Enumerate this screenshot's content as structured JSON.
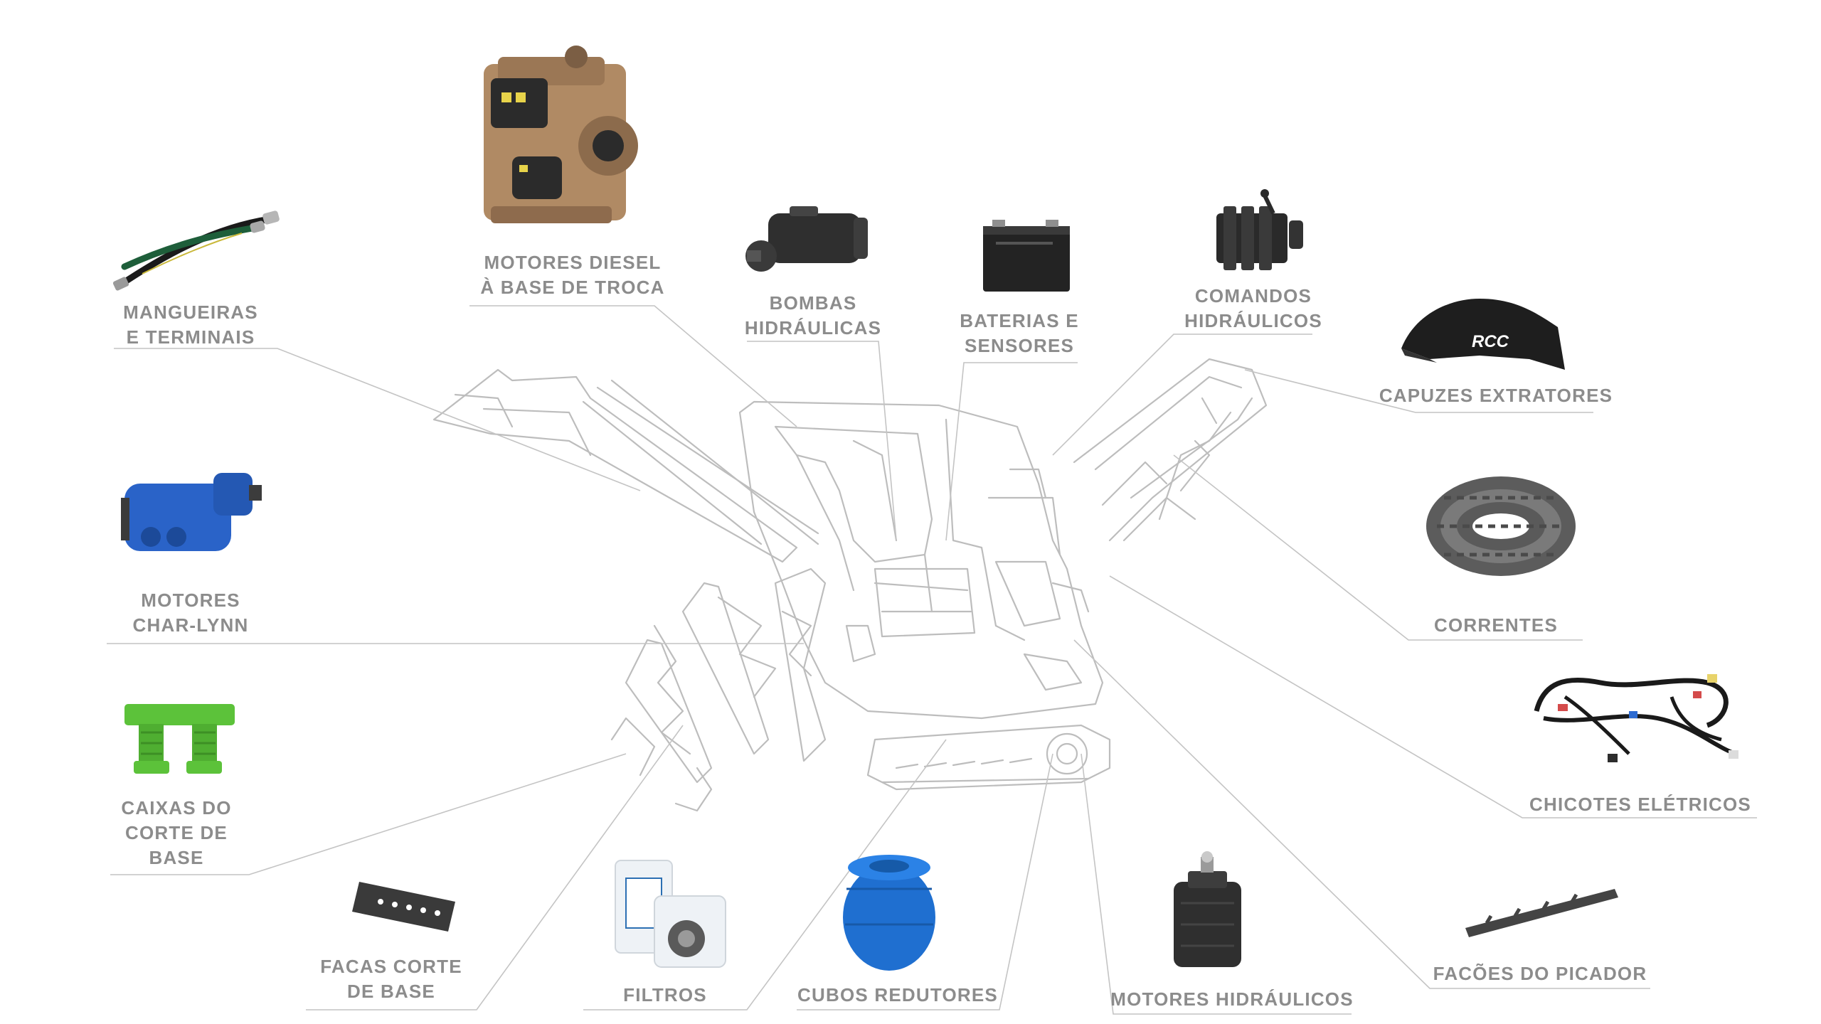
{
  "colors": {
    "label": "#8c8c8c",
    "leader_line": "#c4c4c4",
    "machine_outline": "#bdbdbd",
    "engine_body": "#b08a64",
    "engine_dark": "#2b2b2b",
    "engine_yellow": "#e7d34a",
    "hydraulic_pump": "#2f2f2f",
    "battery": "#232323",
    "valve_block": "#2a2a2a",
    "hood_black": "#1e1e1e",
    "chain_grey": "#5c5c5c",
    "harness_black": "#1a1a1a",
    "harness_accent": "#d44b4b",
    "blade_grey": "#444444",
    "motor_dark": "#2f2f2f",
    "gear_hub_blue": "#1f6fd0",
    "filter_white": "#eef2f6",
    "filter_blue_print": "#2c6fb3",
    "base_blade": "#3a3a3a",
    "cutter_box_green": "#5cc23a",
    "char_lynn_blue": "#2a63c8",
    "hose_black": "#1a1a1a",
    "hose_stripe": "#c9b83a"
  },
  "parts": [
    {
      "id": "mangueiras",
      "icon": "hose-icon",
      "lines": [
        "MANGUEIRAS",
        "E TERMINAIS"
      ]
    },
    {
      "id": "motores_diesel",
      "icon": "diesel-engine-icon",
      "lines": [
        "MOTORES DIESEL",
        "À BASE DE TROCA"
      ]
    },
    {
      "id": "bombas",
      "icon": "hydraulic-pump-icon",
      "lines": [
        "BOMBAS",
        "HIDRÁULICAS"
      ]
    },
    {
      "id": "baterias",
      "icon": "battery-icon",
      "lines": [
        "BATERIAS E",
        "SENSORES"
      ]
    },
    {
      "id": "comandos",
      "icon": "hydraulic-valve-icon",
      "lines": [
        "COMANDOS",
        "HIDRÁULICOS"
      ]
    },
    {
      "id": "capuzes",
      "icon": "extractor-hood-icon",
      "lines": [
        "CAPUZES EXTRATORES"
      ],
      "badge": "RCC"
    },
    {
      "id": "correntes",
      "icon": "chain-icon",
      "lines": [
        "CORRENTES"
      ]
    },
    {
      "id": "chicotes",
      "icon": "wiring-harness-icon",
      "lines": [
        "CHICOTES ELÉTRICOS"
      ]
    },
    {
      "id": "facoes",
      "icon": "chopper-blade-icon",
      "lines": [
        "FACÕES DO PICADOR"
      ]
    },
    {
      "id": "motores_hidraulicos",
      "icon": "hydraulic-motor-icon",
      "lines": [
        "MOTORES HIDRÁULICOS"
      ]
    },
    {
      "id": "cubos",
      "icon": "gear-hub-icon",
      "lines": [
        "CUBOS REDUTORES"
      ]
    },
    {
      "id": "filtros",
      "icon": "filter-icon",
      "lines": [
        "FILTROS"
      ]
    },
    {
      "id": "facas",
      "icon": "base-knife-icon",
      "lines": [
        "FACAS CORTE",
        "DE BASE"
      ]
    },
    {
      "id": "caixas",
      "icon": "base-cutter-box-icon",
      "lines": [
        "CAIXAS DO",
        "CORTE DE",
        "BASE"
      ]
    },
    {
      "id": "char_lynn",
      "icon": "char-lynn-motor-icon",
      "lines": [
        "MOTORES",
        "CHAR-LYNN"
      ]
    }
  ]
}
